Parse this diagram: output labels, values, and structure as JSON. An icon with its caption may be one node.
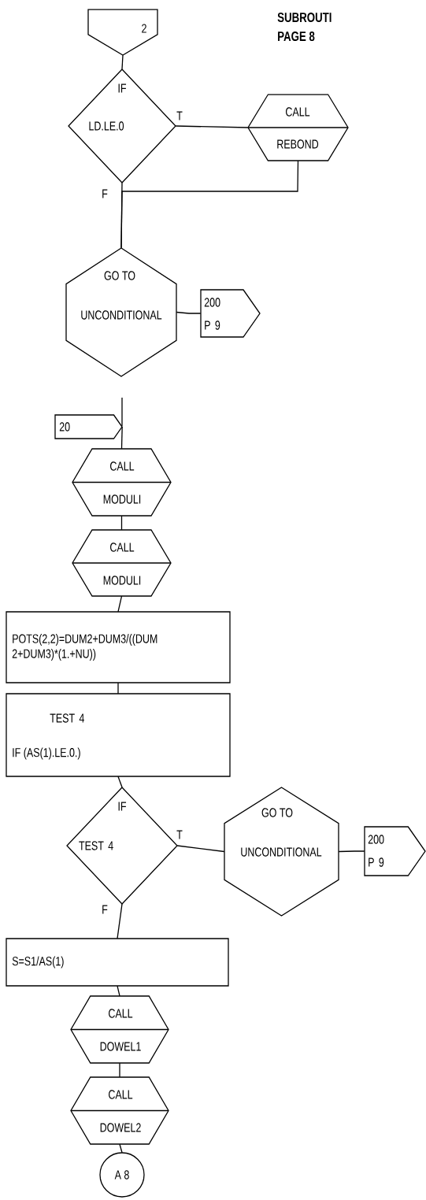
{
  "diagram": {
    "nodes": [
      {
        "text": [
          "2"
        ]
      },
      {
        "text": [
          "IF",
          "LD.LE.0"
        ]
      },
      {
        "text": [
          "CALL",
          "REBOND"
        ]
      },
      {
        "text": [
          "GO TO",
          "UNCONDITIONAL"
        ]
      },
      {
        "text": [
          "200",
          "P 9"
        ]
      },
      {
        "text": [
          "20"
        ]
      },
      {
        "text": [
          "CALL",
          "MODULI"
        ]
      },
      {
        "text": [
          "CALL",
          "MODULI"
        ]
      },
      {
        "text": [
          "POTS(2,2)=DUM2+DUM3/((DUM 2+DUM3)*(1.+NU))"
        ]
      },
      {
        "text": [
          "TEST 4",
          "IF (AS(1).LE.0.)"
        ]
      },
      {
        "text": [
          "IF",
          "TEST 4"
        ]
      },
      {
        "text": [
          "GO TO",
          "UNCONDITIONAL"
        ]
      },
      {
        "text": [
          "200",
          "P 9"
        ]
      },
      {
        "text": [
          "S=S1/AS(1)"
        ]
      },
      {
        "text": [
          "CALL",
          "DOWEL1"
        ]
      },
      {
        "text": [
          "CALL",
          "DOWEL2"
        ]
      },
      {
        "text": [
          "A 8"
        ]
      }
    ],
    "edges": [
      {
        "from": 0,
        "to": 1,
        "arrow": "none"
      },
      {
        "from": 1,
        "to": 2,
        "arrow": "none",
        "label": "T"
      },
      {
        "from": 2,
        "to": 3,
        "arrow": "none"
      },
      {
        "from": 1,
        "to": 3,
        "arrow": "none",
        "label": "F"
      },
      {
        "from": 3,
        "to": 4,
        "arrow": "none"
      },
      {
        "from": 5,
        "to": 6,
        "arrow": "none"
      },
      {
        "from": 6,
        "to": 7,
        "arrow": "none"
      },
      {
        "from": 7,
        "to": 8,
        "arrow": "none"
      },
      {
        "from": 8,
        "to": 9,
        "arrow": "none"
      },
      {
        "from": 9,
        "to": 10,
        "arrow": "none"
      },
      {
        "from": 10,
        "to": 11,
        "arrow": "none",
        "label": "T"
      },
      {
        "from": 11,
        "to": 12,
        "arrow": "none"
      },
      {
        "from": 10,
        "to": 13,
        "arrow": "none",
        "label": "F"
      },
      {
        "from": 13,
        "to": 14,
        "arrow": "none"
      },
      {
        "from": 14,
        "to": 15,
        "arrow": "none"
      },
      {
        "from": 15,
        "to": 16,
        "arrow": "none"
      }
    ],
    "labels": [
      "SUBROUTI",
      "PAGE 8"
    ]
  }
}
